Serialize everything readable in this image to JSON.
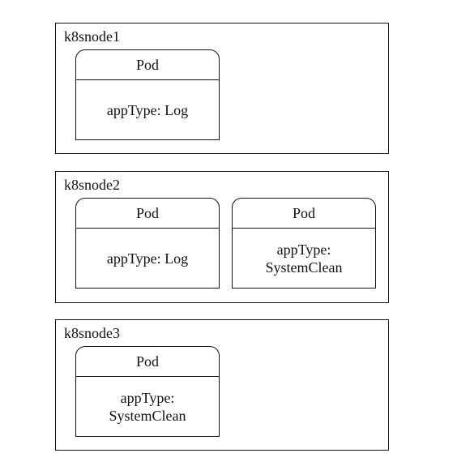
{
  "nodes": [
    {
      "name": "k8snode1",
      "pods": [
        {
          "header": "Pod",
          "lines": [
            "appType: Log"
          ]
        }
      ]
    },
    {
      "name": "k8snode2",
      "pods": [
        {
          "header": "Pod",
          "lines": [
            "appType: Log"
          ]
        },
        {
          "header": "Pod",
          "lines": [
            "appType:",
            "SystemClean"
          ]
        }
      ]
    },
    {
      "name": "k8snode3",
      "pods": [
        {
          "header": "Pod",
          "lines": [
            "appType:",
            "SystemClean"
          ]
        }
      ]
    }
  ]
}
